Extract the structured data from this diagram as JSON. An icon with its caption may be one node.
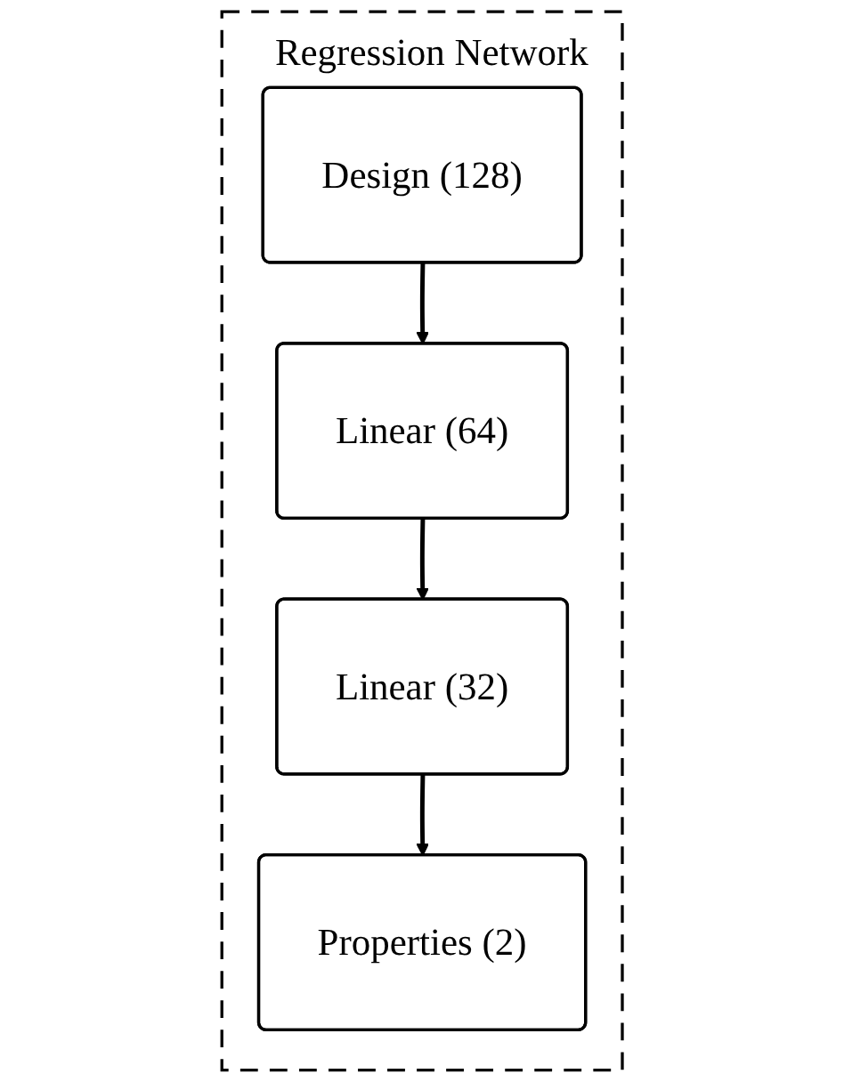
{
  "diagram": {
    "nodes": [
      {
        "text": [
          "Regression Network"
        ]
      },
      {
        "text": [
          "Design (128)"
        ],
        "in": 0
      },
      {
        "text": [
          "Linear (64)"
        ],
        "in": 0
      },
      {
        "text": [
          "Linear (32)"
        ],
        "in": 0
      },
      {
        "text": [
          "Properties (2)"
        ],
        "in": 0
      }
    ],
    "edges": [
      {
        "from": 1,
        "to": 2,
        "arrow": "to"
      },
      {
        "from": 2,
        "to": 3,
        "arrow": "to"
      },
      {
        "from": 3,
        "to": 4,
        "arrow": "to"
      }
    ]
  }
}
